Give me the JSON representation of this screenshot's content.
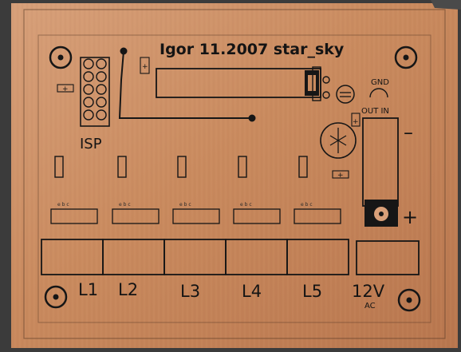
{
  "photo": {
    "subject": "copper-clad PCB with printed component layout",
    "colors": {
      "copper": "#c98a5e",
      "copper_light": "#d9a079",
      "copper_dark": "#a86b45",
      "ink": "#161616",
      "background": "#3a3a3a"
    }
  },
  "board": {
    "title": "Igor 11.2007 star_sky",
    "isp_label": "ISP",
    "gnd_label": "GND",
    "out_in_label": "OUT IN",
    "minus_sign": "–",
    "plus_sign": "+",
    "cap_plus": "+",
    "small_plus": "+",
    "left_plus": "+",
    "transistor_pins": [
      "e b c",
      "e b c",
      "e b c",
      "e b c",
      "e b c"
    ],
    "connector_labels": [
      "L1",
      "L2",
      "L3",
      "L4",
      "L5",
      "12V"
    ],
    "ac_label": "AC"
  }
}
